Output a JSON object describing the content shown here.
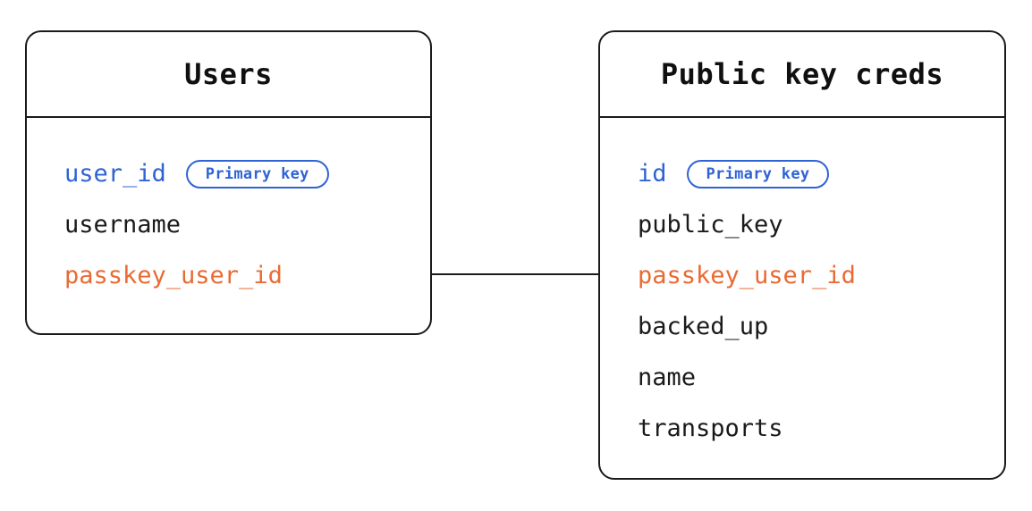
{
  "diagram": {
    "type": "entity-relationship-diagram",
    "colors": {
      "primary_key_text": "#2f63d4",
      "foreign_key_text": "#ea6a33",
      "default_text": "#1a1a1a",
      "border": "#1a1a1a",
      "background": "#ffffff"
    },
    "entities": [
      {
        "id": "users",
        "title": "Users",
        "attributes": [
          {
            "name": "user_id",
            "role": "key",
            "badge": "Primary key"
          },
          {
            "name": "username",
            "role": "plain",
            "badge": ""
          },
          {
            "name": "passkey_user_id",
            "role": "fkey",
            "badge": ""
          }
        ]
      },
      {
        "id": "public-key-creds",
        "title": "Public key creds",
        "attributes": [
          {
            "name": "id",
            "role": "key",
            "badge": "Primary key"
          },
          {
            "name": "public_key",
            "role": "plain",
            "badge": ""
          },
          {
            "name": "passkey_user_id",
            "role": "fkey",
            "badge": ""
          },
          {
            "name": "backed_up",
            "role": "plain",
            "badge": ""
          },
          {
            "name": "name",
            "role": "plain",
            "badge": ""
          },
          {
            "name": "transports",
            "role": "plain",
            "badge": ""
          }
        ]
      }
    ],
    "relationships": [
      {
        "from_entity": "users",
        "from_attribute": "passkey_user_id",
        "to_entity": "public-key-creds",
        "to_attribute": "passkey_user_id"
      }
    ]
  }
}
